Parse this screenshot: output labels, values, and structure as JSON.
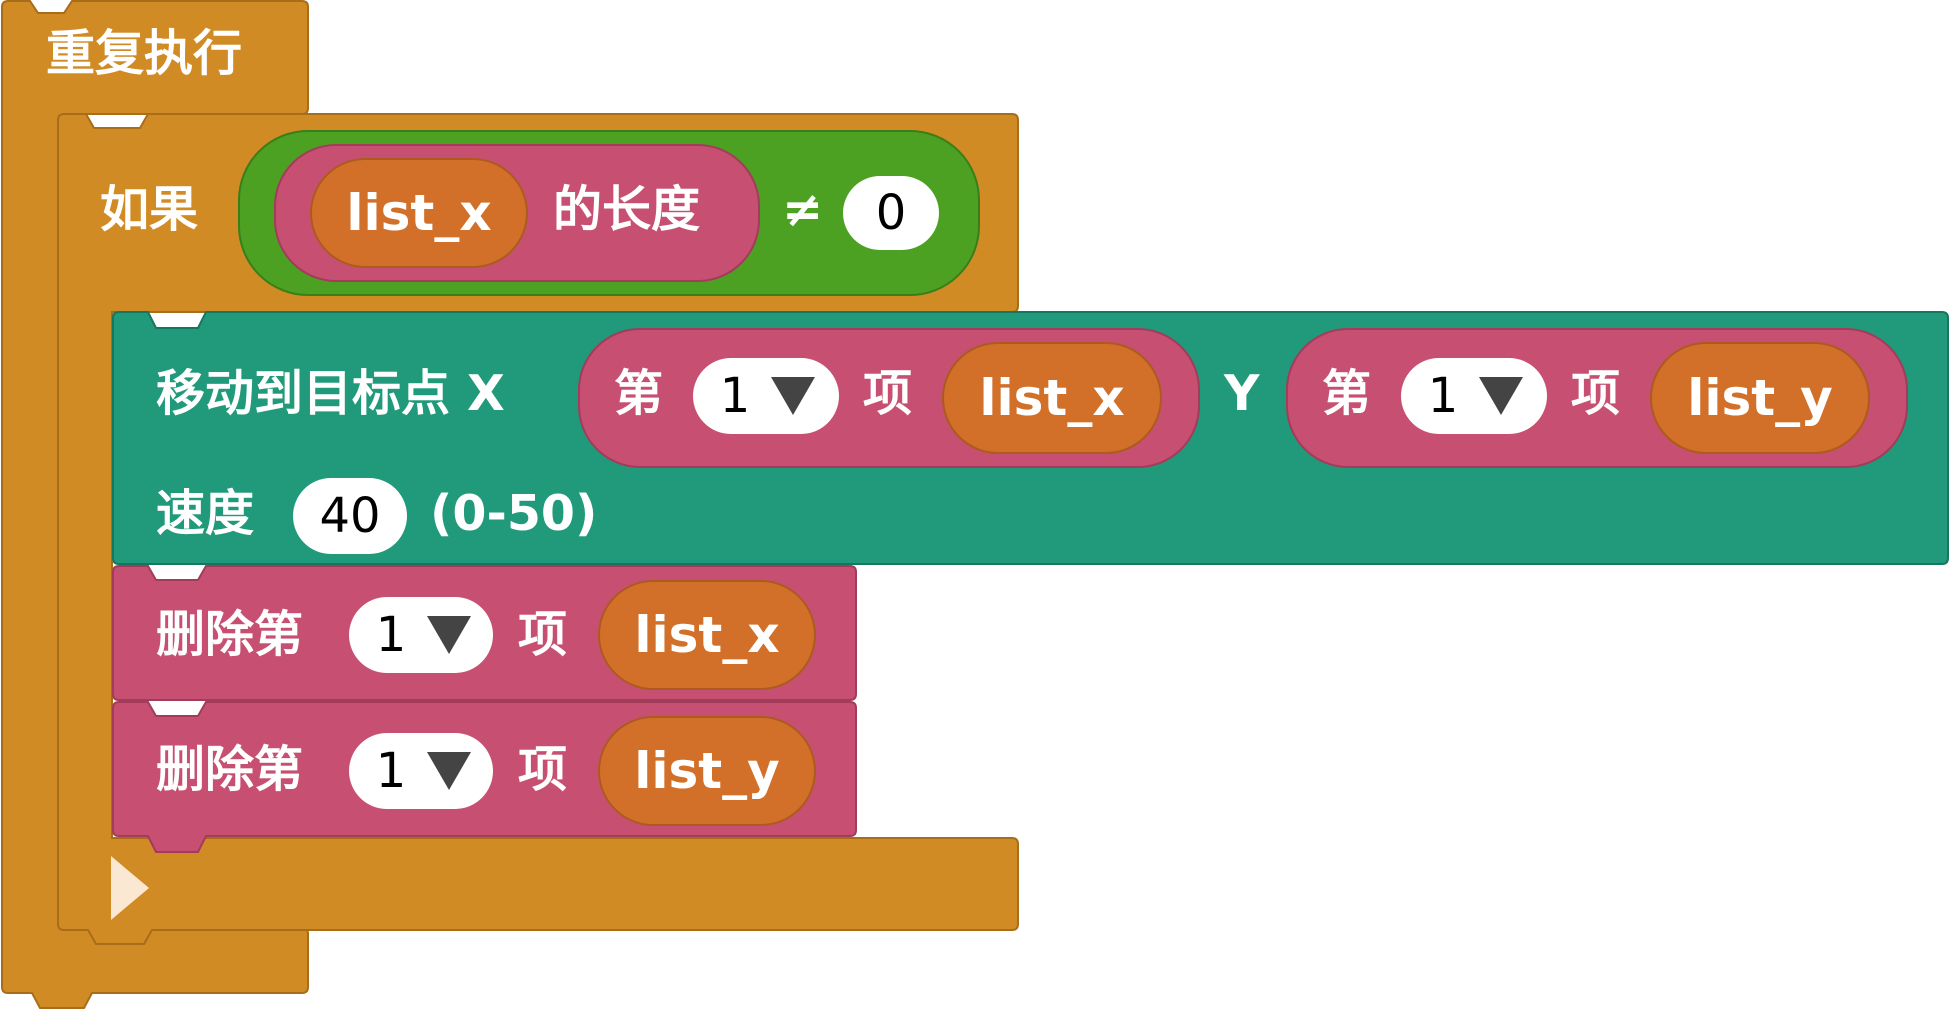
{
  "forever": {
    "label": "重复执行"
  },
  "if_block": {
    "label": "如果",
    "length_label": "的长度",
    "list": "list_x",
    "operator": "≠",
    "value": "0"
  },
  "move_block": {
    "label": "移动到目标点 X",
    "x_item_prefix": "第",
    "x_index": "1",
    "x_item_suffix": "项",
    "x_list": "list_x",
    "y_label": "Y",
    "y_item_prefix": "第",
    "y_index": "1",
    "y_item_suffix": "项",
    "y_list": "list_y",
    "speed_label": "速度",
    "speed_value": "40",
    "speed_range": "(0-50)"
  },
  "delete_blocks": [
    {
      "label": "删除第",
      "index": "1",
      "suffix": "项",
      "list": "list_x"
    },
    {
      "label": "删除第",
      "index": "1",
      "suffix": "项",
      "list": "list_y"
    }
  ],
  "colors": {
    "control": "#d18b25",
    "motion": "#209a7a",
    "list": "#c75072",
    "variable": "#d2702a",
    "operator": "#4ca122"
  }
}
